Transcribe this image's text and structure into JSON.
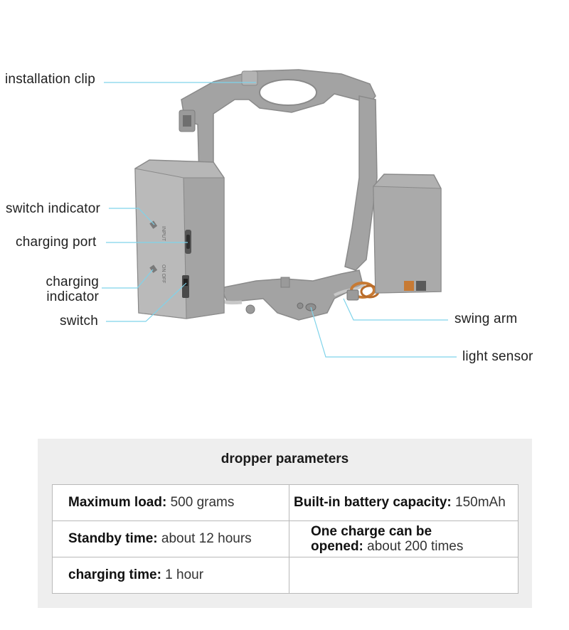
{
  "callouts": {
    "installation_clip": "installation clip",
    "switch_indicator": "switch indicator",
    "charging_port": "charging port",
    "charging_indicator_line1": "charging",
    "charging_indicator_line2": "indicator",
    "switch": "switch",
    "swing_arm": "swing arm",
    "light_sensor": "light sensor"
  },
  "device_markings": {
    "port_label": "INPUT",
    "switch_label": "ON OFF"
  },
  "parameters": {
    "title": "dropper parameters",
    "rows": [
      [
        {
          "label": "Maximum load:",
          "value": " 500 grams"
        },
        {
          "label": "Built-in battery capacity:",
          "value": " 150mAh"
        }
      ],
      [
        {
          "label": "Standby time:",
          "value": " about 12 hours"
        },
        {
          "label_line1": "One charge can be",
          "label_line2": "opened:",
          "value": " about 200 times"
        }
      ],
      [
        {
          "label": "charging time:",
          "value": " 1 hour"
        },
        {
          "label": "",
          "value": ""
        }
      ]
    ]
  },
  "colors": {
    "device_body": "#a3a3a3",
    "device_shadow": "#8a8a8a",
    "device_highlight": "#bdbdbd",
    "leader_line": "#7fd3ea",
    "panel_bg": "#eeeeee",
    "table_border": "#b9b9b9",
    "spring": "#c77a34"
  }
}
